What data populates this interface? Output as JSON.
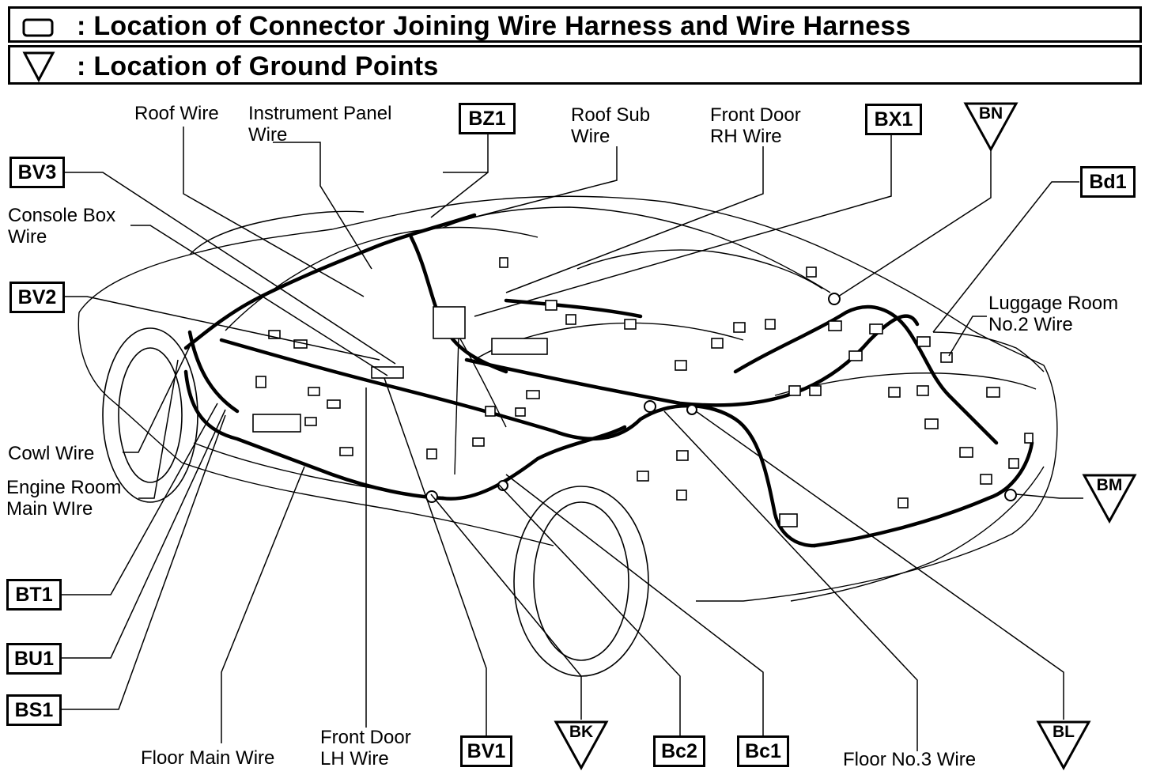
{
  "legend": {
    "connector_text": ": Location of Connector Joining Wire Harness and Wire Harness",
    "ground_text": ": Location of Ground Points"
  },
  "wire_labels": {
    "roof_wire": "Roof Wire",
    "instrument_panel_wire_1": "Instrument Panel",
    "instrument_panel_wire_2": "Wire",
    "roof_sub_wire_1": "Roof Sub",
    "roof_sub_wire_2": "Wire",
    "front_door_rh_wire_1": "Front Door",
    "front_door_rh_wire_2": "RH Wire",
    "console_box_wire_1": "Console Box",
    "console_box_wire_2": "Wire",
    "luggage_room_wire_1": "Luggage Room",
    "luggage_room_wire_2": "No.2 Wire",
    "cowl_wire": "Cowl Wire",
    "engine_room_wire_1": "Engine Room",
    "engine_room_wire_2": "Main WIre",
    "floor_main_wire": "Floor Main Wire",
    "front_door_lh_wire_1": "Front Door",
    "front_door_lh_wire_2": "LH Wire",
    "floor_no3_wire": "Floor No.3 Wire"
  },
  "connectors": {
    "BZ1": "BZ1",
    "BX1": "BX1",
    "BV3": "BV3",
    "Bd1": "Bd1",
    "BV2": "BV2",
    "BT1": "BT1",
    "BU1": "BU1",
    "BS1": "BS1",
    "BV1": "BV1",
    "Bc2": "Bc2",
    "Bc1": "Bc1"
  },
  "ground_points": {
    "BN": "BN",
    "BM": "BM",
    "BK": "BK",
    "BL": "BL"
  }
}
